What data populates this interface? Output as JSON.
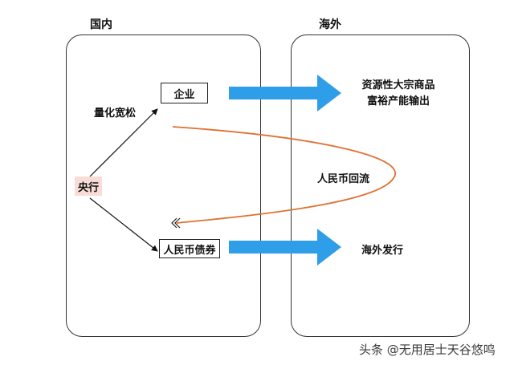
{
  "panels": {
    "domestic_title": "国内",
    "overseas_title": "海外"
  },
  "nodes": {
    "central_bank": "央行",
    "enterprise": "企业",
    "rmb_bonds": "人民币债券"
  },
  "edge_labels": {
    "qe": "量化宽松",
    "rmb_backflow": "人民币回流"
  },
  "overseas": {
    "commodities_line1": "资源性大宗商品",
    "commodities_line2": "富裕产能输出",
    "issuance": "海外发行"
  },
  "colors": {
    "big_arrow": "#2f9ee8",
    "curve": "#e07030",
    "central_bank_bg": "#f8dcd6"
  },
  "watermark": "头条 @无用居士天谷悠鸣"
}
